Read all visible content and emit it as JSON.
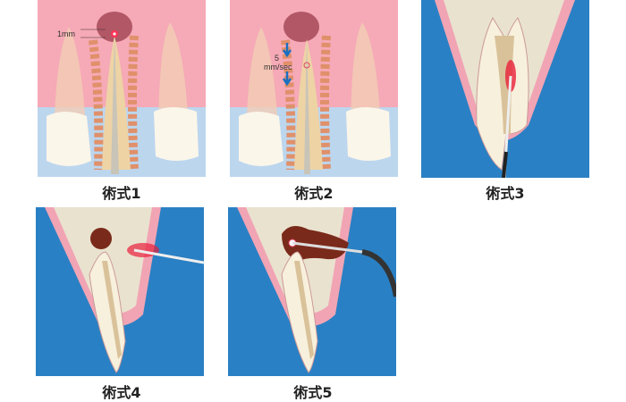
{
  "steps": [
    {
      "caption": "術式1",
      "annotation": "1mm"
    },
    {
      "caption": "術式2",
      "annotation_value": "5",
      "annotation_unit": "mm/sec"
    },
    {
      "caption": "術式3"
    },
    {
      "caption": "術式4"
    },
    {
      "caption": "術式5"
    }
  ],
  "colors": {
    "gum": "#f4a3b1",
    "bone_bg": "#1f7fc4",
    "tooth": "#f6efd9",
    "lesion": "#8b2a1c",
    "laser": "#e8203a"
  }
}
